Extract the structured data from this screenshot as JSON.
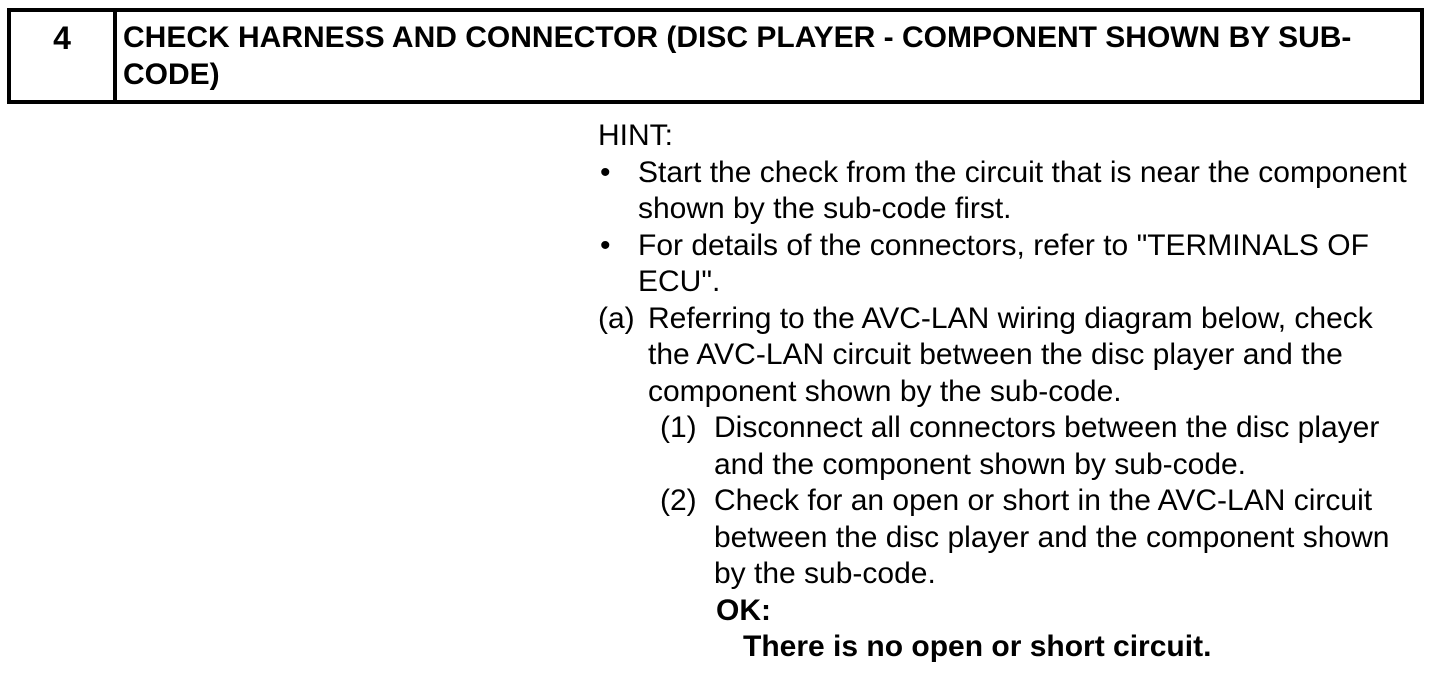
{
  "colors": {
    "background": "#ffffff",
    "text": "#000000",
    "border": "#000000"
  },
  "step_box": {
    "number": "4",
    "title": "CHECK HARNESS AND CONNECTOR (DISC PLAYER - COMPONENT SHOWN BY SUB-CODE)"
  },
  "hint": {
    "label": "HINT:",
    "bullet_char": "•",
    "items": [
      "Start the check from the circuit that is near the component shown by the sub-code first.",
      "For details of the connectors, refer to \"TERMINALS OF ECU\"."
    ]
  },
  "steps": {
    "a": {
      "marker": "(a)",
      "text": "Referring to the AVC-LAN wiring diagram below, check the AVC-LAN circuit between the disc player and the component shown by the sub-code.",
      "sub_steps": [
        {
          "marker": "(1)",
          "text": "Disconnect all connectors between the disc player and the component shown by sub-code."
        },
        {
          "marker": "(2)",
          "text": "Check for an open or short in the AVC-LAN circuit between the disc player and the component shown by the sub-code."
        }
      ],
      "ok": {
        "label": "OK:",
        "text": "There is no open or short circuit."
      }
    }
  }
}
